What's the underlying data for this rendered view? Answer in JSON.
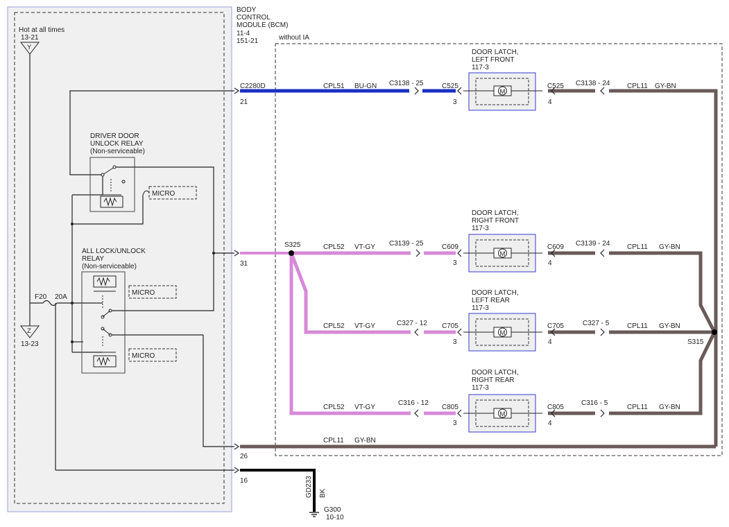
{
  "module": {
    "title_lines": [
      "BODY",
      "CONTROL",
      "MODULE (BCM)",
      "11-4",
      "151-21"
    ],
    "variant_note": "without IA"
  },
  "power": {
    "hot_label": "Hot at all times",
    "hot_ref": "13-21",
    "hot_symbol": "Y",
    "ground_symbol": "Z",
    "ground_ref": "13-23",
    "fuse_name": "F20",
    "fuse_rating": "20A"
  },
  "relays": {
    "driver": {
      "lines": [
        "DRIVER DOOR",
        "UNLOCK RELAY",
        "(Non-serviceable)"
      ],
      "micro": "MICRO"
    },
    "all_lock": {
      "lines": [
        "ALL LOCK/UNLOCK",
        "RELAY",
        "(Non-serviceable)"
      ],
      "micro_top": "MICRO",
      "micro_bottom": "MICRO"
    }
  },
  "pins": {
    "p21": {
      "connector": "C2280D",
      "pin": "21"
    },
    "p31": {
      "pin": "31"
    },
    "p26": {
      "pin": "26"
    },
    "p16": {
      "pin": "16"
    }
  },
  "splices": {
    "s325": "S325",
    "s315": "S315"
  },
  "wires": {
    "lf_in": {
      "circuit": "CPL51",
      "color": "BU-GN"
    },
    "rf_in": {
      "circuit": "CPL52",
      "color": "VT-GY"
    },
    "lr_in": {
      "circuit": "CPL52",
      "color": "VT-GY"
    },
    "rr_in": {
      "circuit": "CPL52",
      "color": "VT-GY"
    },
    "lf_out": {
      "circuit": "CPL11",
      "color": "GY-BN"
    },
    "rf_out": {
      "circuit": "CPL11",
      "color": "GY-BN"
    },
    "lr_out": {
      "circuit": "CPL11",
      "color": "GY-BN"
    },
    "rr_out": {
      "circuit": "CPL11",
      "color": "GY-BN"
    },
    "bottom": {
      "circuit": "CPL11",
      "color": "GY-BN"
    }
  },
  "connectors": {
    "c3138_25": "C3138 - 25",
    "c525_l": "C525",
    "c525_l_pin": "3",
    "c525_r": "C525",
    "c525_r_pin": "4",
    "c3138_24": "C3138 - 24",
    "c3139_25": "C3139 - 25",
    "c609_l": "C609",
    "c609_l_pin": "3",
    "c609_r": "C609",
    "c609_r_pin": "4",
    "c3139_24": "C3139 - 24",
    "c327_12": "C327 - 12",
    "c705_l": "C705",
    "c705_l_pin": "3",
    "c705_r": "C705",
    "c705_r_pin": "4",
    "c327_5": "C327 - 5",
    "c316_12": "C316 - 12",
    "c805_l": "C805",
    "c805_l_pin": "3",
    "c805_r": "C805",
    "c805_r_pin": "4",
    "c316_5": "C316 - 5"
  },
  "latches": {
    "lf": {
      "lines": [
        "DOOR LATCH,",
        "LEFT FRONT",
        "117-3"
      ]
    },
    "rf": {
      "lines": [
        "DOOR LATCH,",
        "RIGHT FRONT",
        "117-3"
      ]
    },
    "lr": {
      "lines": [
        "DOOR LATCH,",
        "LEFT REAR",
        "117-3"
      ]
    },
    "rr": {
      "lines": [
        "DOOR LATCH,",
        "RIGHT REAR",
        "117-3"
      ]
    },
    "motor_symbol": "M"
  },
  "ground": {
    "wire": "GD233",
    "color": "BK",
    "point": "G300",
    "ref": "10-10"
  },
  "colors": {
    "blue_wire": "#1a2fc4",
    "violet_wire": "#d889d8",
    "grey_brown_wire": "#6b5a5a",
    "black_wire": "#000000",
    "module_fill": "#f0f0f0",
    "module_border": "#9aa0e0",
    "latch_border": "#3a3ad0"
  }
}
